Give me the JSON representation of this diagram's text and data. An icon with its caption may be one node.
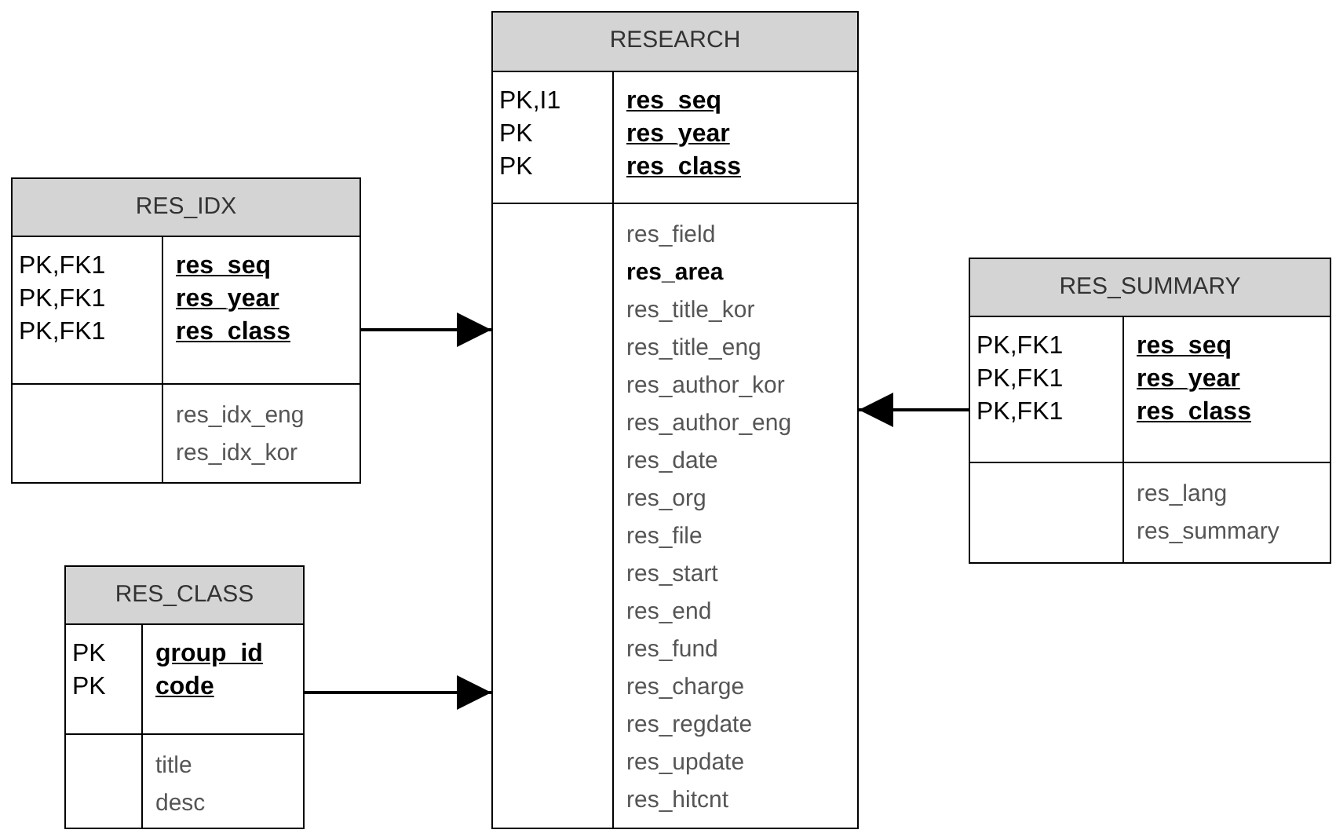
{
  "diagram": {
    "nodes": [
      {
        "text": [
          "RESEARCH",
          "PK,I1",
          "res_seq",
          "PK",
          "res_year",
          "PK",
          "res_class",
          "res_field",
          "res_area",
          "res_title_kor",
          "res_title_eng",
          "res_author_kor",
          "res_author_eng",
          "res_date",
          "res_org",
          "res_file",
          "res_start",
          "res_end",
          "res_fund",
          "res_charge",
          "res_regdate",
          "res_update",
          "res_hitcnt"
        ]
      },
      {
        "text": [
          "RES_IDX",
          "PK,FK1",
          "res_seq",
          "PK,FK1",
          "res_year",
          "PK,FK1",
          "res_class",
          "res_idx_eng",
          "res_idx_kor"
        ]
      },
      {
        "text": [
          "RES_SUMMARY",
          "PK,FK1",
          "res_seq",
          "PK,FK1",
          "res_year",
          "PK,FK1",
          "res_class",
          "res_lang",
          "res_summary"
        ]
      },
      {
        "text": [
          "RES_CLASS",
          "PK",
          "group_id",
          "PK",
          "code",
          "title",
          "desc"
        ]
      }
    ],
    "edges": [
      {
        "from": 1,
        "to": 0,
        "arrow": "to"
      },
      {
        "from": 2,
        "to": 0,
        "arrow": "to"
      },
      {
        "from": 3,
        "to": 0,
        "arrow": "to"
      }
    ]
  }
}
